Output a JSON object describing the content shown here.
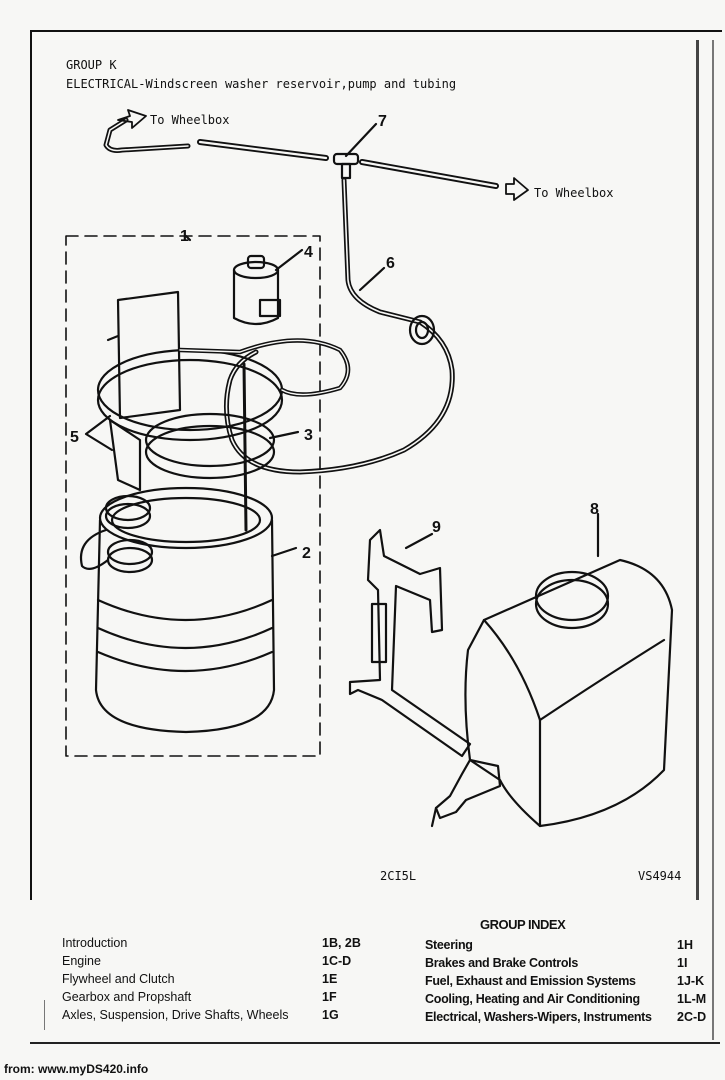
{
  "header": {
    "group": "GROUP K",
    "title": "ELECTRICAL-Windscreen washer reservoir,pump and tubing"
  },
  "diagram": {
    "label_wheelbox_left": "To Wheelbox",
    "label_wheelbox_right": "To Wheelbox",
    "callouts": [
      "1",
      "2",
      "3",
      "4",
      "5",
      "6",
      "7",
      "8",
      "9"
    ],
    "code_left": "2CI5L",
    "code_right": "VS4944"
  },
  "group_index": {
    "title": "GROUP INDEX",
    "left": [
      {
        "name": "Introduction",
        "code": "1B, 2B"
      },
      {
        "name": "Engine",
        "code": "1C-D"
      },
      {
        "name": "Flywheel and Clutch",
        "code": "1E"
      },
      {
        "name": "Gearbox and Propshaft",
        "code": "1F"
      },
      {
        "name": "Axles, Suspension, Drive Shafts, Wheels",
        "code": "1G"
      }
    ],
    "right": [
      {
        "name": "Steering",
        "code": "1H"
      },
      {
        "name": "Brakes and Brake Controls",
        "code": "1I"
      },
      {
        "name": "Fuel, Exhaust and Emission Systems",
        "code": "1J-K"
      },
      {
        "name": "Cooling, Heating and Air Conditioning",
        "code": "1L-M"
      },
      {
        "name": "Electrical, Washers-Wipers, Instruments",
        "code": "2C-D"
      }
    ]
  },
  "footer": "from: www.myDS420.info"
}
